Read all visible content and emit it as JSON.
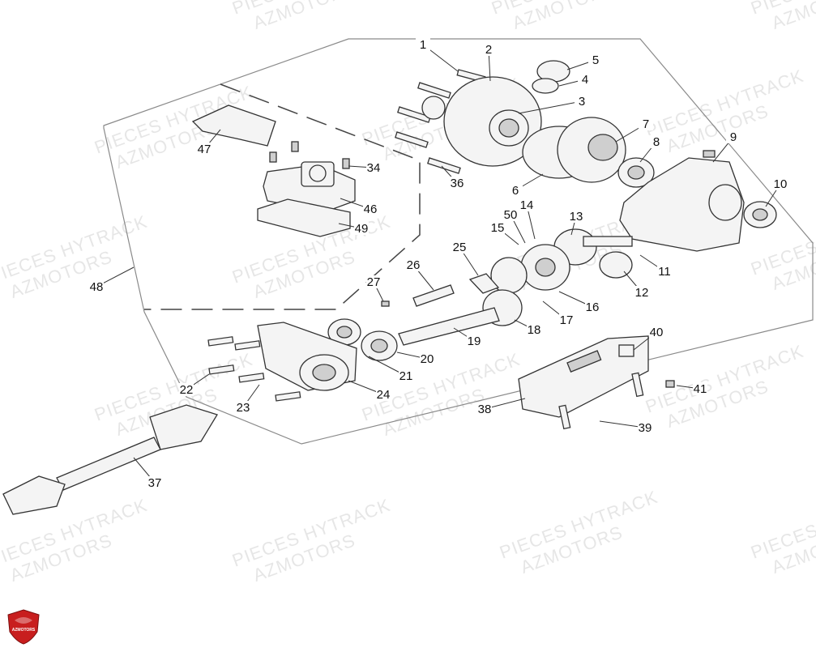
{
  "watermark": {
    "line1": "PIECES HYTRACK",
    "line2": "AZMOTORS"
  },
  "logo": {
    "text": "AZMOTORS",
    "color": "#c81e1e"
  },
  "callouts": [
    "1",
    "2",
    "3",
    "4",
    "5",
    "6",
    "7",
    "8",
    "9",
    "10",
    "11",
    "12",
    "13",
    "14",
    "15",
    "16",
    "17",
    "18",
    "19",
    "20",
    "21",
    "22",
    "23",
    "24",
    "25",
    "26",
    "27",
    "34",
    "36",
    "37",
    "38",
    "39",
    "40",
    "41",
    "46",
    "47",
    "48",
    "49",
    "50"
  ]
}
